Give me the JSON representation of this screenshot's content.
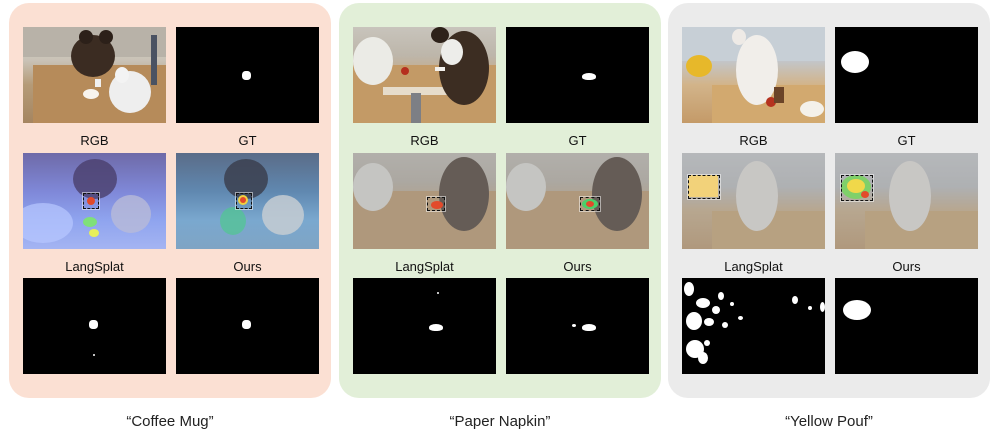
{
  "panels": [
    {
      "query": "“Coffee Mug”",
      "labels": {
        "rgb": "RGB",
        "gt": "GT",
        "baseline": "LangSplat",
        "ours": "Ours"
      }
    },
    {
      "query": "“Paper Napkin”",
      "labels": {
        "rgb": "RGB",
        "gt": "GT",
        "baseline": "LangSplat",
        "ours": "Ours"
      }
    },
    {
      "query": "“Yellow Pouf”",
      "labels": {
        "rgb": "RGB",
        "gt": "GT",
        "baseline": "LangSplat",
        "ours": "Ours"
      }
    }
  ],
  "colors": {
    "panel_1": "#fbe0d3",
    "panel_2": "#e2efd8",
    "panel_3": "#ebebeb"
  }
}
